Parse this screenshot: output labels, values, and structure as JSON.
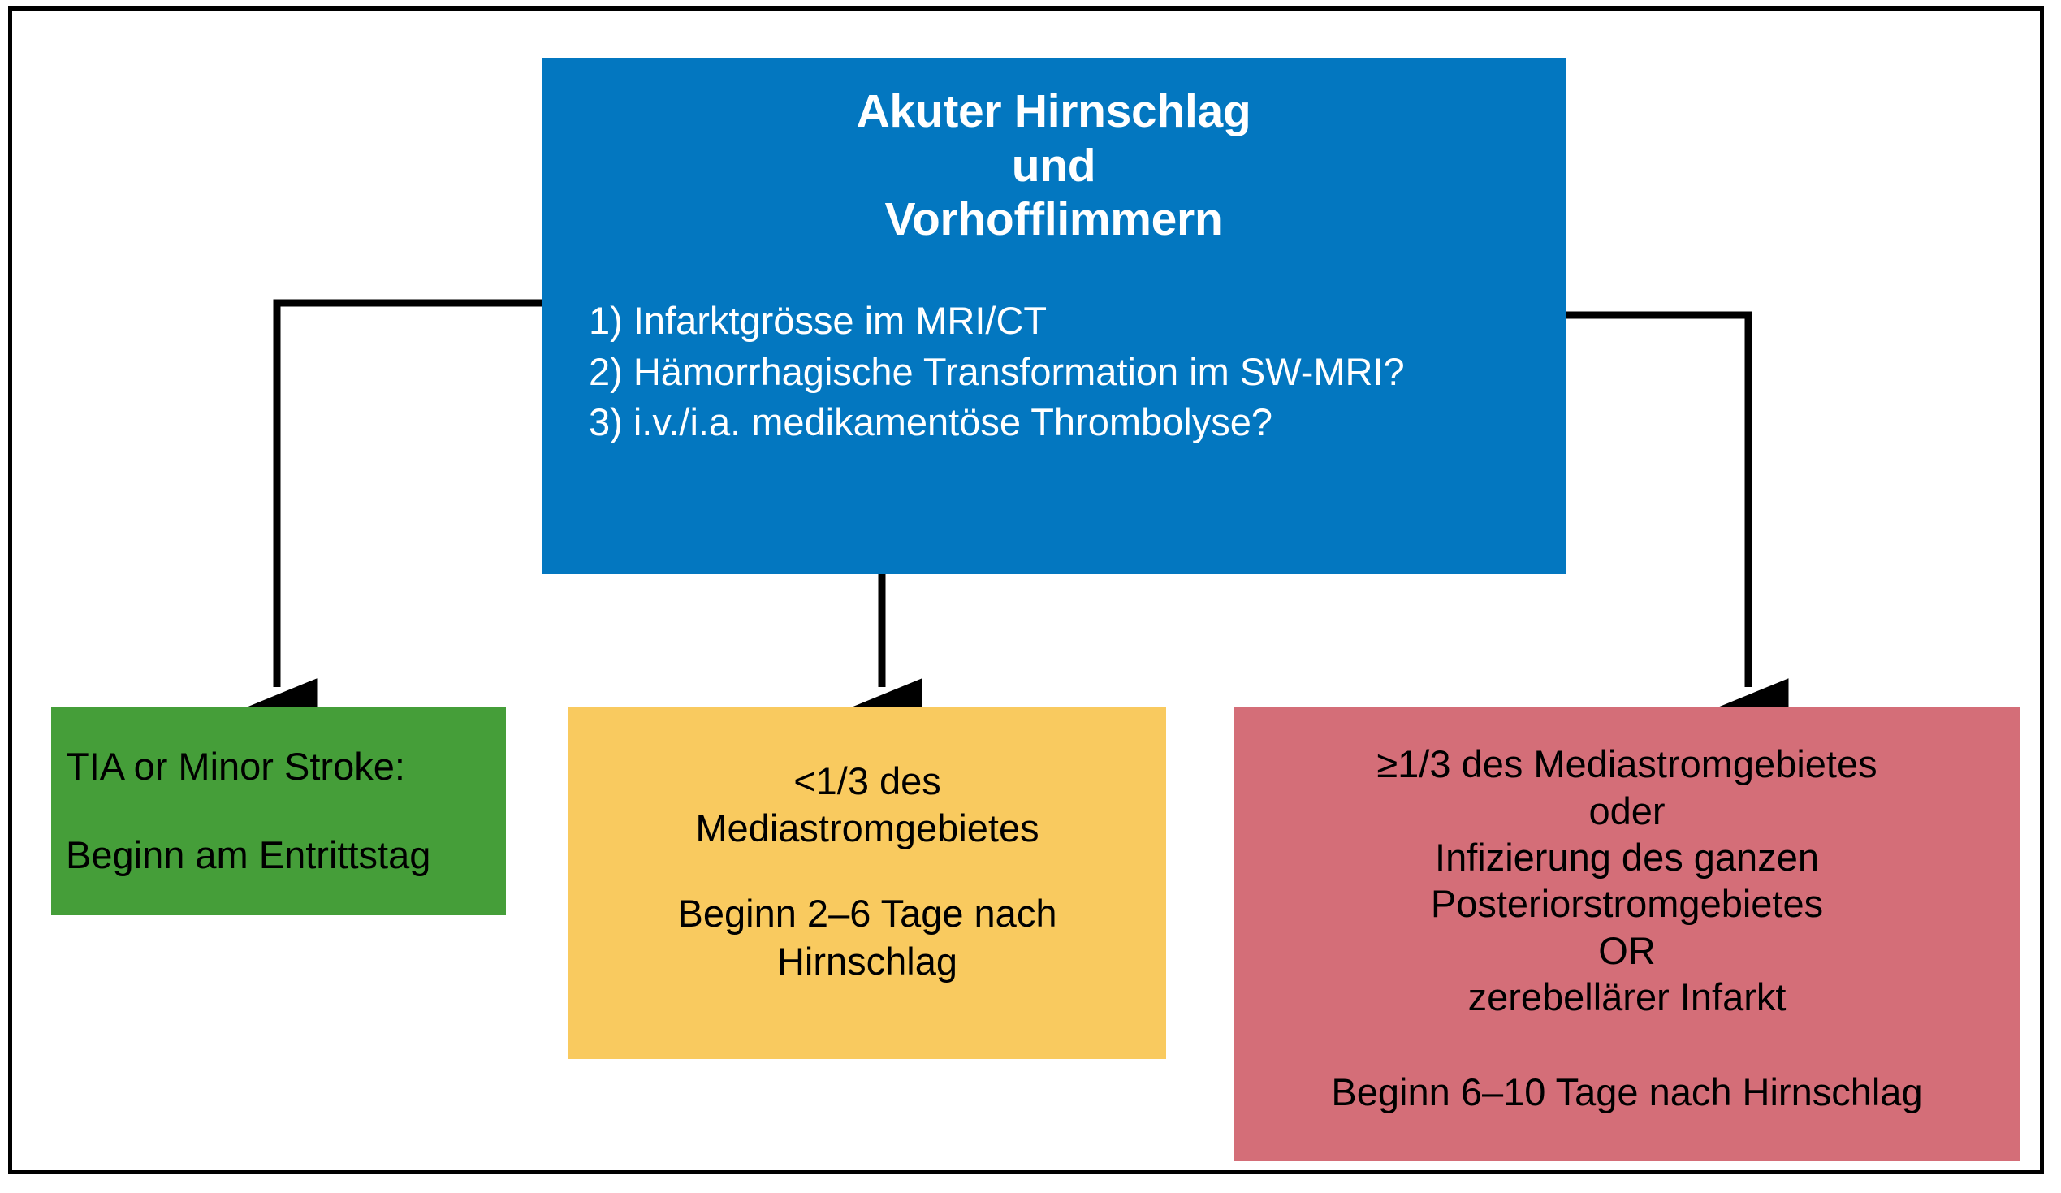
{
  "figure": {
    "type": "flowchart",
    "frame_color": "#000000",
    "background": "#ffffff"
  },
  "root": {
    "name": "acute-stroke-af",
    "color": "#0377c0",
    "text_color": "#ffffff",
    "title_lines": [
      "Akuter Hirnschlag",
      "und",
      "Vorhofflimmern"
    ],
    "questions": [
      "1) Infarktgrösse im MRI/CT",
      "2) Hämorrhagische Transformation im SW-MRI?",
      "3) i.v./i.a. medikamentöse Thrombolyse?"
    ]
  },
  "branches": [
    {
      "name": "tia-minor-stroke",
      "color": "#459e39",
      "lines_top": [
        "TIA or Minor Stroke:"
      ],
      "lines_bottom": [
        "Beginn am Entrittstag"
      ]
    },
    {
      "name": "less-than-third-media",
      "color": "#f9ca5f",
      "lines_top": [
        "<1/3 des",
        "Mediastromgebietes"
      ],
      "lines_bottom": [
        "Beginn 2–6 Tage nach",
        "Hirnschlag"
      ]
    },
    {
      "name": "large-infarct",
      "color": "#d46e78",
      "lines_top": [
        "≥1/3 des Mediastromgebietes",
        "oder",
        "Infizierung des ganzen",
        "Posteriorstromgebietes",
        "OR",
        "zerebellärer Infarkt"
      ],
      "lines_bottom": [
        "Beginn 6–10 Tage nach Hirnschlag"
      ]
    }
  ],
  "connectors": {
    "color": "#000000",
    "left": "elbow-left-to-green",
    "center": "straight-down-to-yellow",
    "right": "elbow-right-to-red"
  }
}
